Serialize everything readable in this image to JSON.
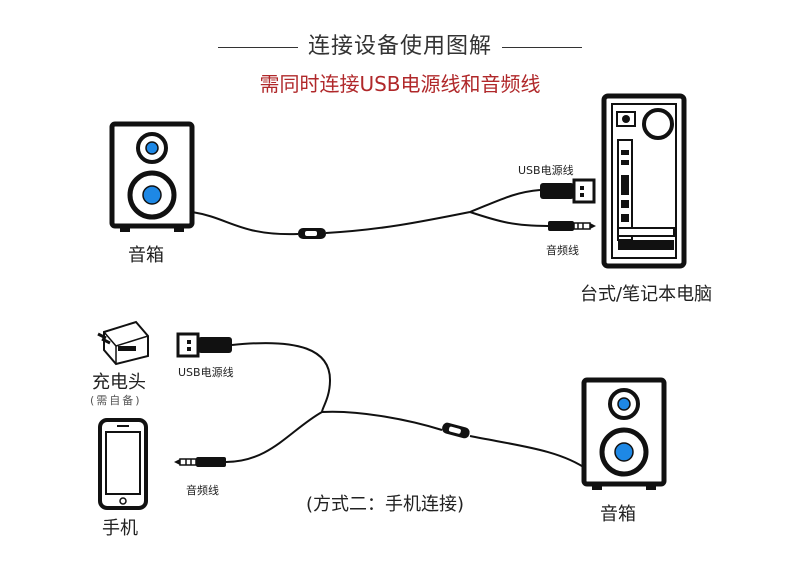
{
  "header": {
    "title": "连接设备使用图解",
    "subtitle": "需同时连接USB电源线和音频线"
  },
  "top_section": {
    "speaker_label": "音箱",
    "computer_label": "台式/笔记本电脑",
    "usb_label": "USB电源线",
    "audio_label": "音频线"
  },
  "bottom_section": {
    "charger_label": "充电头",
    "charger_note": "(需自备)",
    "phone_label": "手机",
    "usb_label": "USB电源线",
    "audio_label": "音频线",
    "method_label": "(方式二：手机连接)",
    "speaker_label": "音箱"
  },
  "colors": {
    "accent": "#b0282a",
    "speaker_blue": "#1e88e5",
    "line": "#111111"
  }
}
